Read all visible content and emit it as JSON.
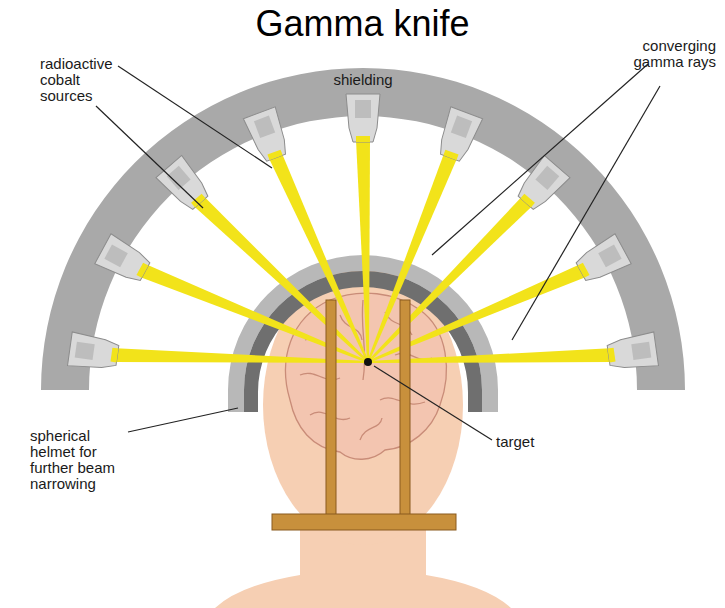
{
  "diagram": {
    "title": "Gamma knife",
    "labels": [
      "radioactive cobalt sources",
      "shielding",
      "converging gamma rays",
      "spherical helmet for further beam narrowing",
      "target"
    ]
  }
}
